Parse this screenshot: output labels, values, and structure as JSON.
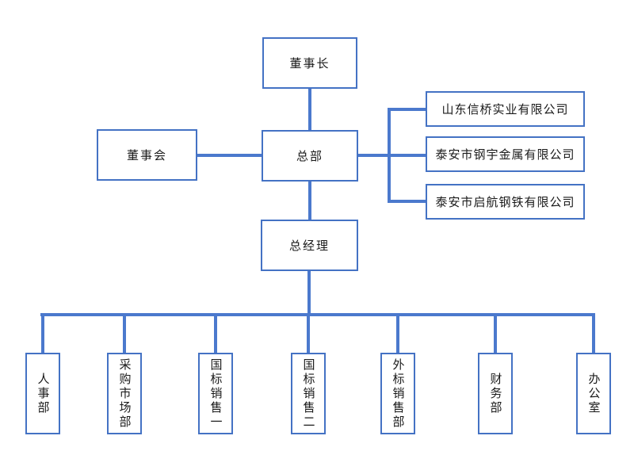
{
  "diagram": {
    "type": "org-chart",
    "nodes": {
      "chairman": "董事长",
      "board": "董事会",
      "headquarters": "总部",
      "general_manager": "总经理"
    },
    "subsidiaries": [
      "山东信桥实业有限公司",
      "泰安市钢宇金属有限公司",
      "泰安市启航钢铁有限公司"
    ],
    "departments": [
      "人事部",
      "采购市场部",
      "国标销售一",
      "国标销售二",
      "外标销售部",
      "财务部",
      "办公室"
    ],
    "colors": {
      "box_border": "#4472C4",
      "connector": "#4B79CD",
      "background": "#FFFFFF",
      "text": "#1A1A1A"
    }
  }
}
